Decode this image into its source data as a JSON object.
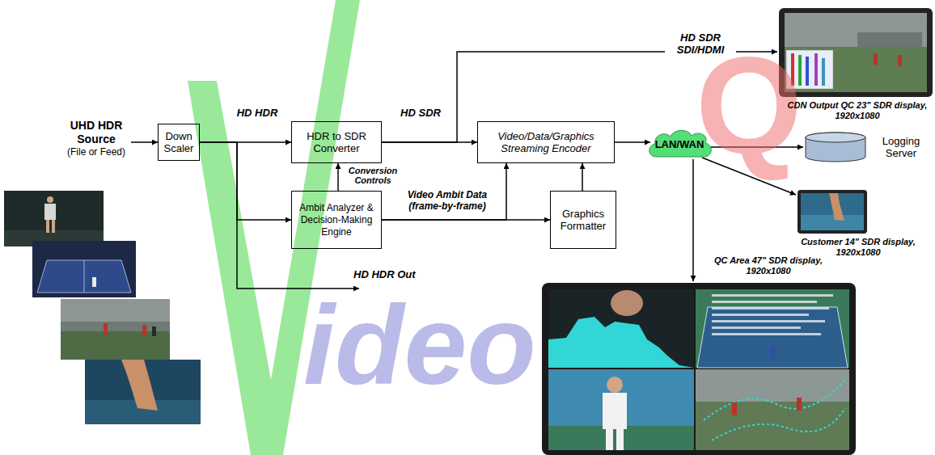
{
  "diagram": {
    "nodes": [
      {
        "text": [
          "UHD HDR Source",
          "(File or Feed)"
        ]
      },
      {
        "text": [
          "Down Scaler"
        ]
      },
      {
        "text": [
          "HDR to SDR Converter"
        ]
      },
      {
        "text": [
          "Ambit Analyzer & Decision-Making Engine"
        ]
      },
      {
        "text": [
          "Video/Data/Graphics Streaming Encoder"
        ]
      },
      {
        "text": [
          "Graphics Formatter"
        ]
      },
      {
        "text": [
          "LAN/WAN"
        ]
      },
      {
        "text": [
          "Logging Server"
        ]
      },
      {
        "text": [
          "CDN Output QC 23\" SDR display, 1920x1080"
        ]
      },
      {
        "text": [
          "Customer 14\" SDR display, 1920x1080"
        ]
      },
      {
        "text": [
          "QC Area 47\" SDR display, 1920x1080"
        ]
      }
    ],
    "edges": [
      {
        "from": 0,
        "to": 1,
        "arrow": "to"
      },
      {
        "from": 1,
        "to": 2,
        "label": "HD HDR",
        "arrow": "to"
      },
      {
        "from": 1,
        "to": 3,
        "arrow": "to"
      },
      {
        "from": 3,
        "to": 2,
        "label": "Conversion Controls",
        "arrow": "to"
      },
      {
        "from": 2,
        "to": 4,
        "label": "HD SDR",
        "arrow": "to"
      },
      {
        "from": 2,
        "to": 8,
        "label": "HD SDR SDI/HDMI",
        "arrow": "to"
      },
      {
        "from": 3,
        "to": 4,
        "label": "Video Ambit Data (frame-by-frame)",
        "arrow": "to"
      },
      {
        "from": 3,
        "to": 5,
        "arrow": "to"
      },
      {
        "from": 5,
        "to": 4,
        "arrow": "to"
      },
      {
        "from": 4,
        "to": 6,
        "arrow": "to"
      },
      {
        "from": 6,
        "to": 7,
        "arrow": "to"
      },
      {
        "from": 6,
        "to": 9,
        "arrow": "to"
      },
      {
        "from": 6,
        "to": 10,
        "arrow": "to"
      }
    ],
    "labels": [
      "HD HDR Out",
      "ideo",
      "Q"
    ]
  }
}
